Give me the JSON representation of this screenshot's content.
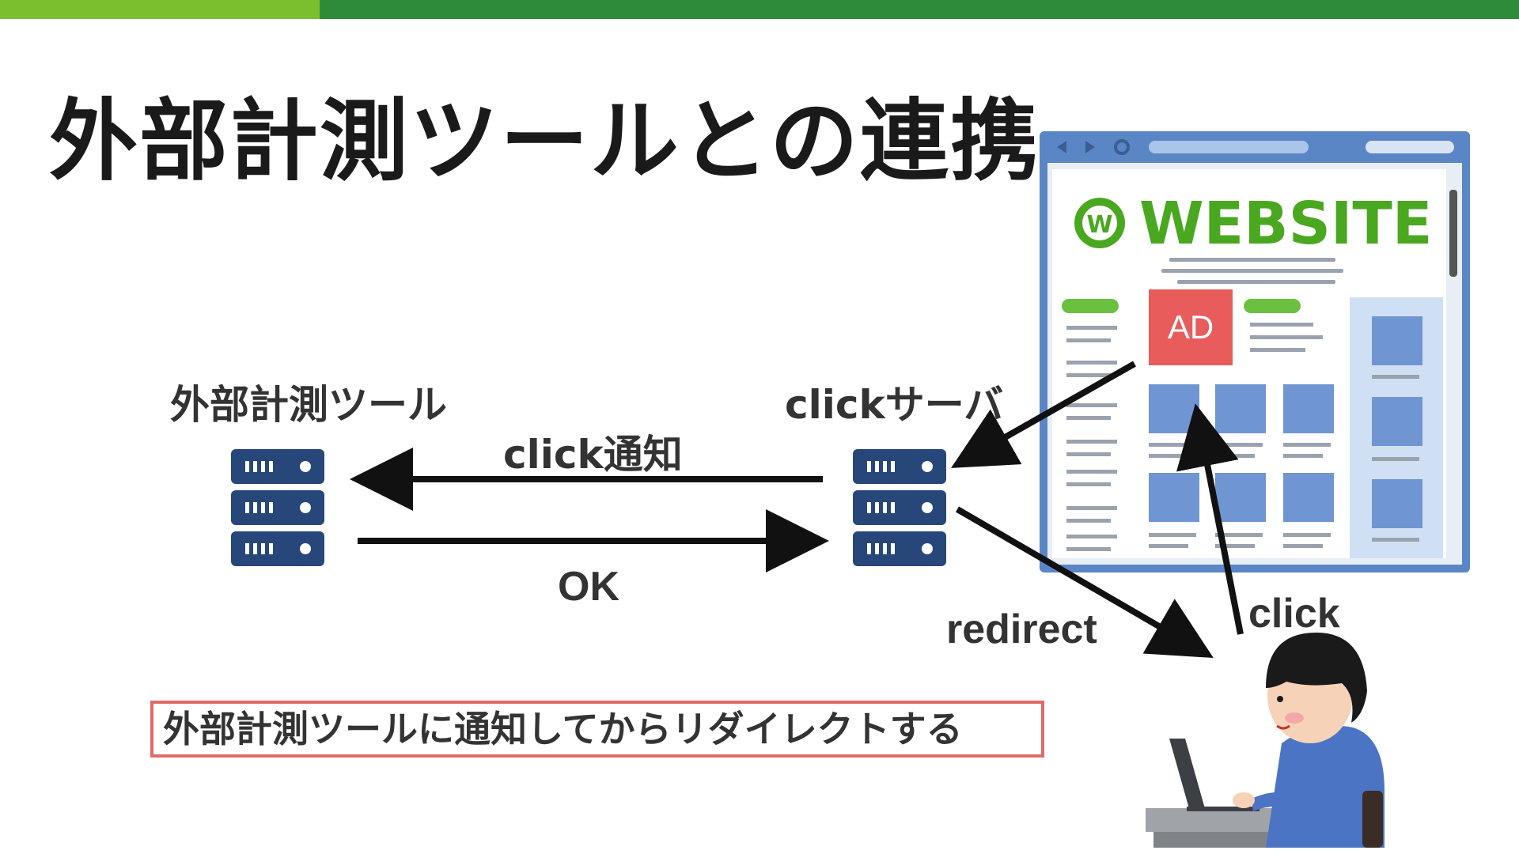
{
  "slide": {
    "title": "外部計測ツールとの連携",
    "colors": {
      "bar_light": "#7cbf2e",
      "bar_dark": "#2e8b3a",
      "server": "#27477a",
      "note_border": "#e06a6a",
      "ad_box": "#e85c5c",
      "site_green": "#4aa820"
    }
  },
  "diagram": {
    "external_tool_label": "外部計測ツール",
    "click_server_label": "clickサーバ",
    "notify_label": "click通知",
    "ok_label": "OK",
    "redirect_label": "redirect",
    "click_label": "click",
    "website_title": "WEBSITE",
    "website_logo_letter": "W",
    "ad_label": "AD",
    "note": "外部計測ツールに通知してからリダイレクトする",
    "icons": [
      "server-icon",
      "browser-window-illustration",
      "person-at-laptop-illustration"
    ]
  }
}
